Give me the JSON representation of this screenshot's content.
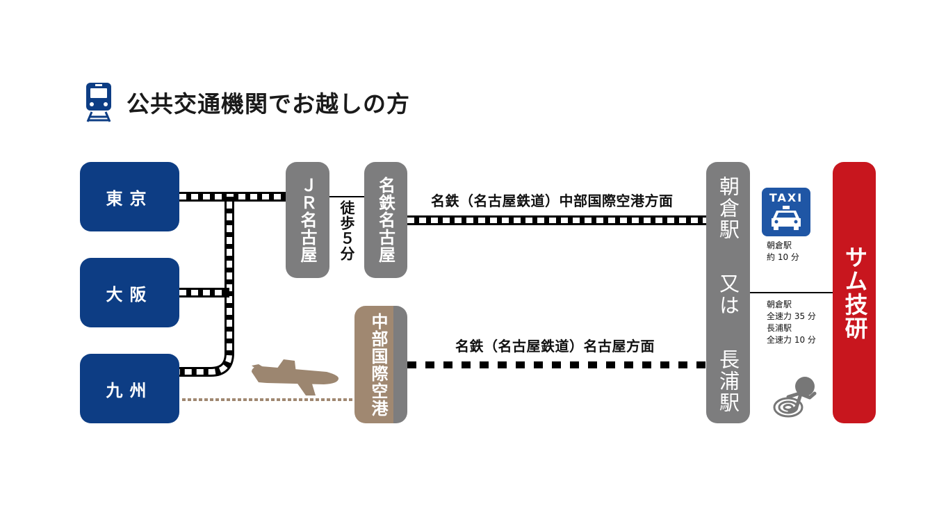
{
  "heading": {
    "title": "公共交通機関でお越しの方"
  },
  "cities": {
    "tokyo": "東京",
    "osaka": "大阪",
    "kyushu": "九州"
  },
  "stations": {
    "jr_nagoya": "ＪＲ名古屋",
    "meitetsu_nagoya": "名鉄名古屋",
    "centrair": "中部国際空港",
    "asakura": "朝倉駅",
    "or_word": "又は",
    "nagaura": "長浦駅",
    "destination": "サム技研"
  },
  "walk": {
    "label": "徒歩５分"
  },
  "routes": {
    "upper": "名鉄（名古屋鉄道）中部国際空港方面",
    "lower": "名鉄（名古屋鉄道）名古屋方面"
  },
  "taxi": {
    "badge_text": "TAXI",
    "line1": "朝倉駅",
    "line2": "約 10 分"
  },
  "walk_notes": {
    "line1": "朝倉駅",
    "line2": "全速力 35 分",
    "line3": "長浦駅",
    "line4": "全速力 10 分"
  },
  "colors": {
    "navy": "#0d3d84",
    "gray": "#7d7d7e",
    "airport_brown": "#a08871",
    "red": "#c8161e",
    "taxi_blue": "#1f56a5"
  }
}
